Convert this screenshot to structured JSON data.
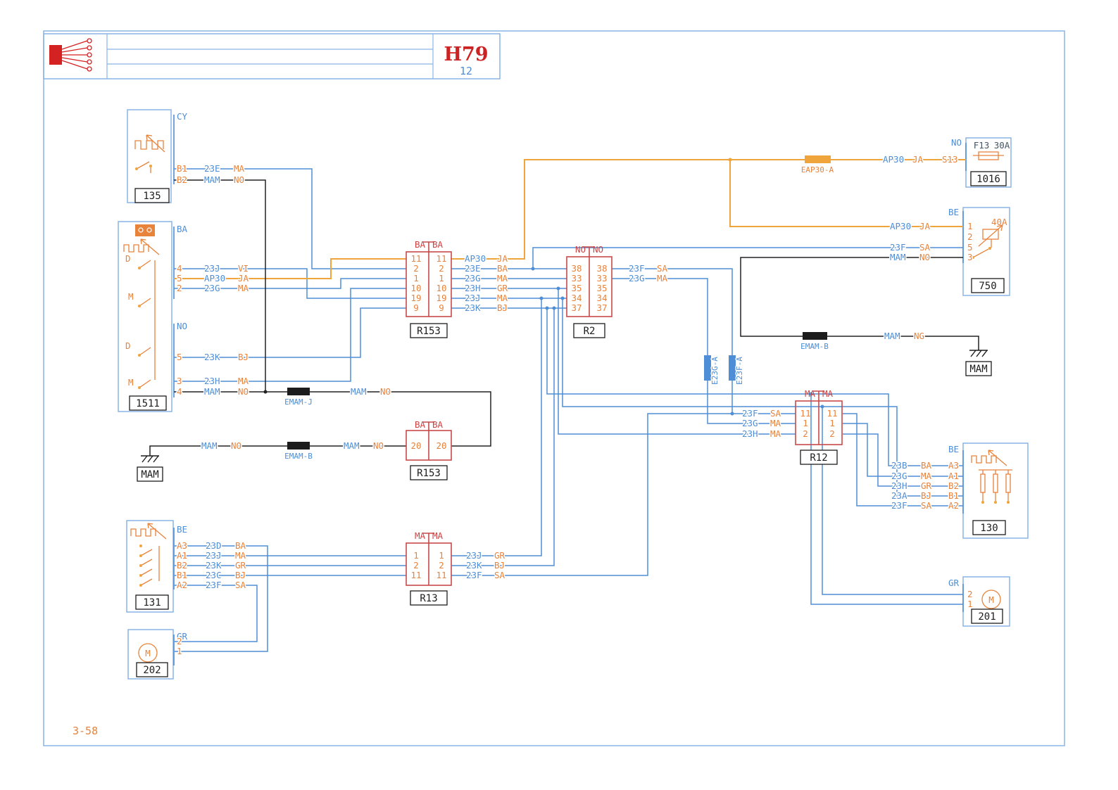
{
  "palette": {
    "wire_blue": "#4e8ed6",
    "wire_orange": "#f0a43c",
    "icon_orange": "#e8833c",
    "connector_red": "#c94949",
    "frame_blue": "#8ab4e6",
    "black": "#1c1c1c",
    "title_red": "#cc2222"
  },
  "title_block": {
    "sheet_code": "H79",
    "sheet_number": "12"
  },
  "page_ref": "3-58",
  "grounds": {
    "left": "MAM",
    "right": "MAM"
  },
  "splices": {
    "emam_j": "EMAM-J",
    "emam_b_left": "EMAM-B",
    "emam_b_right": "EMAM-B",
    "eap30": "EAP30-A",
    "e23g": "E23G-A",
    "e23f": "E23F-A"
  },
  "wire_runs": {
    "mam_no_a": {
      "name": "MAM",
      "color": "NO"
    },
    "mam_no_b": {
      "name": "MAM",
      "color": "NO"
    },
    "mam_no_c": {
      "name": "MAM",
      "color": "NO"
    },
    "mam_ng": {
      "name": "MAM",
      "color": "NG"
    }
  },
  "components": {
    "c135": {
      "id": "135",
      "bracket": "CY",
      "pins": [
        "B1",
        "B2"
      ],
      "wire_names": [
        "23E",
        "MAM"
      ],
      "wire_colors": [
        "MA",
        "NO"
      ]
    },
    "c1511": {
      "id": "1511",
      "bracket_top": "BA",
      "bracket_bottom": "NO",
      "letters": [
        "D",
        "M",
        "D",
        "M"
      ],
      "pins_top": [
        "4",
        "5",
        "2"
      ],
      "wire_names_top": [
        "23J",
        "AP30",
        "23G"
      ],
      "wire_colors_top": [
        "VI",
        "JA",
        "MA"
      ],
      "pins_bottom": [
        "5",
        "3",
        "4"
      ],
      "wire_names_bottom": [
        "23K",
        "23H",
        "MAM"
      ],
      "wire_colors_bottom": [
        "BJ",
        "MA",
        "NO"
      ]
    },
    "c131": {
      "id": "131",
      "bracket": "BE",
      "pins": [
        "A3",
        "A1",
        "B2",
        "B1",
        "A2"
      ],
      "wire_names": [
        "23D",
        "23J",
        "23K",
        "23C",
        "23F"
      ],
      "wire_colors": [
        "BA",
        "MA",
        "GR",
        "BJ",
        "SA"
      ]
    },
    "c202": {
      "id": "202",
      "bracket": "GR",
      "pins": [
        "2",
        "1"
      ],
      "motor": "M"
    },
    "c130": {
      "id": "130",
      "bracket": "BE",
      "pins": [
        "A3",
        "A1",
        "B2",
        "B1",
        "A2"
      ],
      "wire_names": [
        "23B",
        "23G",
        "23H",
        "23A",
        "23F"
      ],
      "wire_colors": [
        "BA",
        "MA",
        "GR",
        "BJ",
        "SA"
      ]
    },
    "c201": {
      "id": "201",
      "bracket": "GR",
      "pins": [
        "2",
        "1"
      ],
      "motor": "M"
    },
    "c750": {
      "id": "750",
      "bracket": "BE",
      "rating": "40A",
      "pins": [
        "1",
        "2",
        "5",
        "3"
      ],
      "wire_names": [
        "AP30",
        "23F",
        "MAM"
      ],
      "wire_colors": [
        "JA",
        "SA",
        "NO"
      ]
    },
    "c1016": {
      "id": "1016",
      "bracket": "NO",
      "pin": "S13",
      "fuse_name": "F13",
      "fuse_rating": "30A",
      "wire_name": "AP30",
      "wire_color": "JA"
    }
  },
  "connectors": {
    "r153a": {
      "id": "R153",
      "col_left": "BA",
      "col_right": "BA",
      "pins_left": [
        "11",
        "2",
        "1",
        "10",
        "19",
        "9"
      ],
      "pins_right": [
        "11",
        "2",
        "1",
        "10",
        "19",
        "9"
      ],
      "wire_names_right": [
        "AP30",
        "23E",
        "23G",
        "23H",
        "23J",
        "23K"
      ],
      "wire_colors_right": [
        "JA",
        "BA",
        "MA",
        "GR",
        "MA",
        "BJ"
      ]
    },
    "r2": {
      "id": "R2",
      "col_left": "NO",
      "col_right": "NO",
      "pins_left": [
        "38",
        "33",
        "35",
        "34",
        "37"
      ],
      "pins_right": [
        "38",
        "33",
        "35",
        "34",
        "37"
      ],
      "wire_names_right": [
        "23F",
        "23G"
      ],
      "wire_colors_right": [
        "SA",
        "MA"
      ]
    },
    "r153b": {
      "id": "R153",
      "col_left": "BA",
      "col_right": "BA",
      "pins_left": [
        "20"
      ],
      "pins_right": [
        "20"
      ]
    },
    "r13": {
      "id": "R13",
      "col_left": "MA",
      "col_right": "MA",
      "pins_left": [
        "1",
        "2",
        "11"
      ],
      "pins_right": [
        "1",
        "2",
        "11"
      ],
      "wire_names_right": [
        "23J",
        "23K",
        "23F"
      ],
      "wire_colors_right": [
        "GR",
        "BJ",
        "SA"
      ]
    },
    "r12": {
      "id": "R12",
      "col_left": "MA",
      "col_right": "MA",
      "pins_left": [
        "11",
        "1",
        "2"
      ],
      "pins_right": [
        "11",
        "1",
        "2"
      ],
      "wire_names_left": [
        "23F",
        "23G",
        "23H"
      ],
      "wire_colors_left": [
        "SA",
        "MA",
        "MA"
      ]
    }
  }
}
